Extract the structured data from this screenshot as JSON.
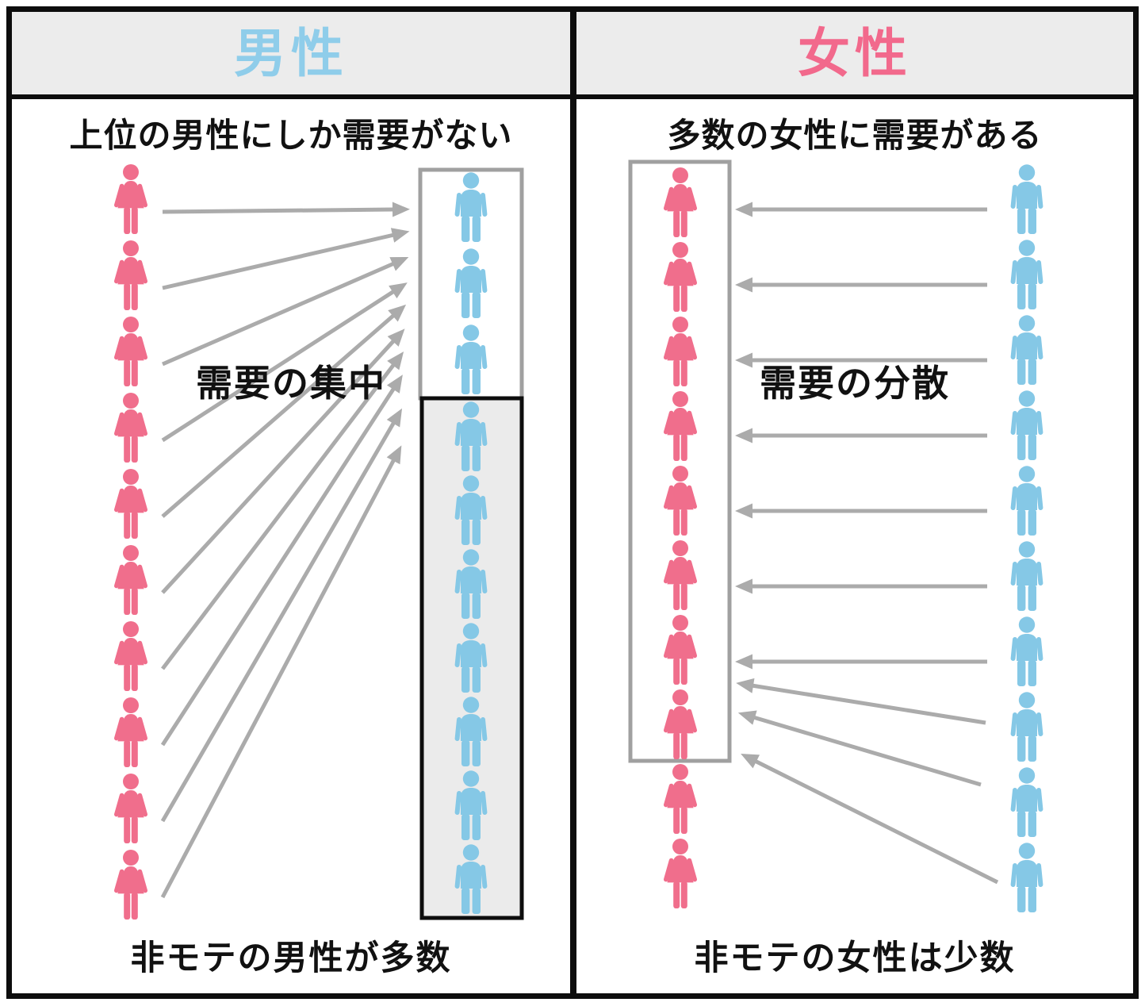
{
  "header": {
    "male_title": "男性",
    "female_title": "女性"
  },
  "male_panel": {
    "subtitle": "上位の男性にしか需要がない",
    "center_label": "需要の集中",
    "caption": "非モテの男性が多数",
    "women_count": 10,
    "top_men_in_gray_box": 3,
    "men_in_black_box": 7,
    "arrow_count": 10
  },
  "female_panel": {
    "subtitle": "多数の女性に需要がある",
    "center_label": "需要の分散",
    "caption": "非モテの女性は少数",
    "women_in_box": 8,
    "women_below_box": 2,
    "men_count": 10,
    "arrow_count": 10
  },
  "colors": {
    "male_accent": "#8fcdea",
    "female_accent": "#f2698c",
    "male_figure": "#85c8e6",
    "female_figure": "#f06e8c",
    "arrow_gray": "#ababab",
    "gray_box_border": "#a0a0a0",
    "black_box_border": "#0d0d0d",
    "black_box_fill": "#ebebeb",
    "header_bg": "#ececec",
    "frame_black": "#0d0d0d",
    "text_black": "#111111"
  }
}
